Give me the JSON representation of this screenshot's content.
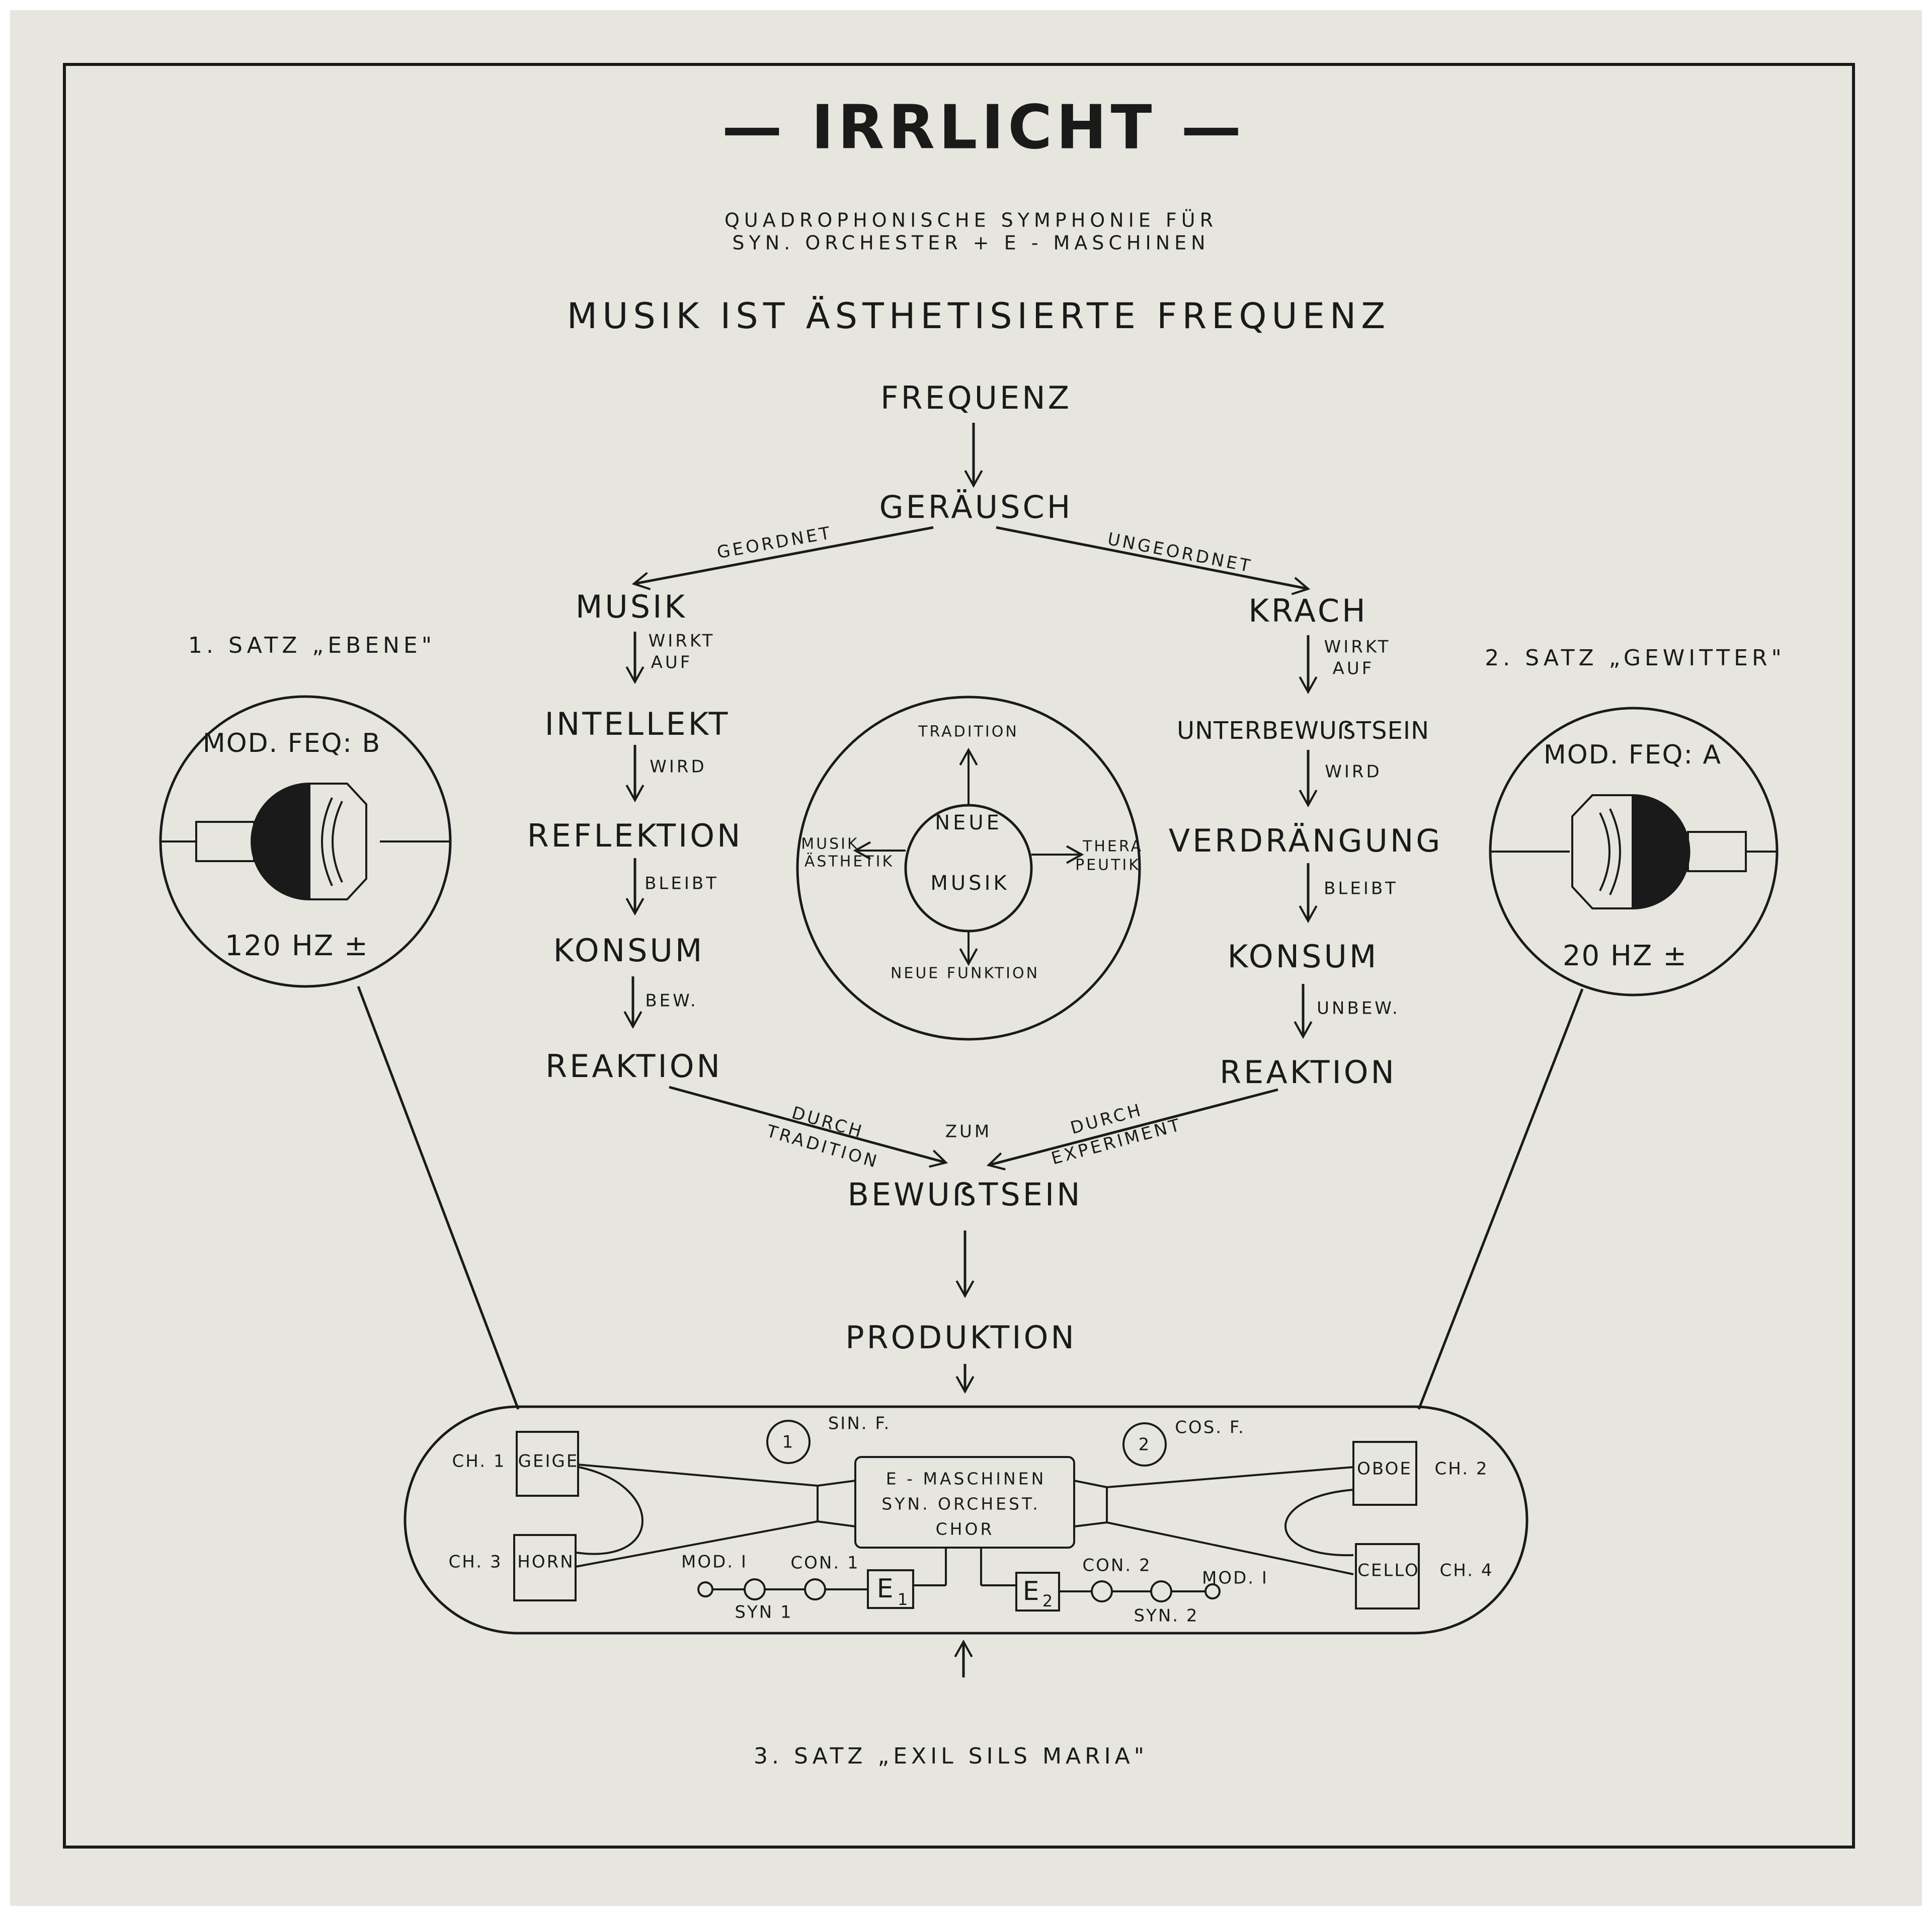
{
  "title": "— IRRLICHT —",
  "subtitle_line1": "QUADROPHONISCHE SYMPHONIE FÜR",
  "subtitle_line2": "SYN. ORCHESTER + E - MASCHINEN",
  "motto": "MUSIK IST ÄSTHETISIERTE FREQUENZ",
  "nodes": {
    "frequenz": "FREQUENZ",
    "gerausch": "GERÄUSCH",
    "musik": "MUSIK",
    "krach": "KRACH",
    "intellekt": "INTELLEKT",
    "reflektion": "REFLEKTION",
    "konsum_left": "KONSUM",
    "reaktion_left": "REAKTION",
    "unterbewusstsein": "UNTERBEWUẞTSEIN",
    "verdrangung": "VERDRÄNGUNG",
    "konsum_right": "KONSUM",
    "reaktion_right": "REAKTION",
    "bewusstsein": "BEWUẞTSEIN",
    "produktion": "PRODUKTION"
  },
  "edge_labels": {
    "geordnet": "GEORDNET",
    "ungeordnet": "UNGEORDNET",
    "wirkt": "WIRKT",
    "auf": "AUF",
    "wird": "WIRD",
    "bleibt": "BLEIBT",
    "bew": "BEW.",
    "unbew": "UNBEW.",
    "durch": "DURCH",
    "tradition": "TRADITION",
    "zum": "ZUM",
    "experiment": "EXPERIMENT"
  },
  "center_circle": {
    "neue": "NEUE",
    "musik": "MUSIK",
    "tradition": "TRADITION",
    "neue_funktion": "NEUE FUNKTION",
    "musik_left": "MUSIK",
    "asthetik": "ÄSTHETIK",
    "thera": "THERA",
    "peutik": "PEUTIK"
  },
  "satz1": {
    "label": "1. SATZ „EBENE\"",
    "mod": "MOD. FEQ: B",
    "hz": "120 HZ ±"
  },
  "satz2": {
    "label": "2. SATZ „GEWITTER\"",
    "mod": "MOD. FEQ: A",
    "hz": "20 HZ ±"
  },
  "satz3": {
    "label": "3. SATZ „EXIL SILS MARIA\""
  },
  "studio": {
    "ch1": "CH. 1",
    "ch2": "CH. 2",
    "ch3": "CH. 3",
    "ch4": "CH. 4",
    "geige": "GEIGE",
    "horn": "HORN",
    "oboe": "OBOE",
    "cello": "CELLO",
    "num1": "1",
    "num2": "2",
    "sin": "SIN. F.",
    "cos": "COS. F.",
    "em_line1": "E - MASCHINEN",
    "em_line2": "SYN. ORCHEST.",
    "em_line3": "CHOR",
    "mod_left": "MOD. I",
    "con1": "CON. 1",
    "syn1": "SYN 1",
    "con2": "CON. 2",
    "mod_right": "MOD. I",
    "syn2": "SYN. 2",
    "e1": "E",
    "e1_sub": "1",
    "e2": "E",
    "e2_sub": "2"
  },
  "colors": {
    "paper": "#e6e6df",
    "ink": "#1a1a1a",
    "speaker_fill": "#1a1a1a"
  }
}
